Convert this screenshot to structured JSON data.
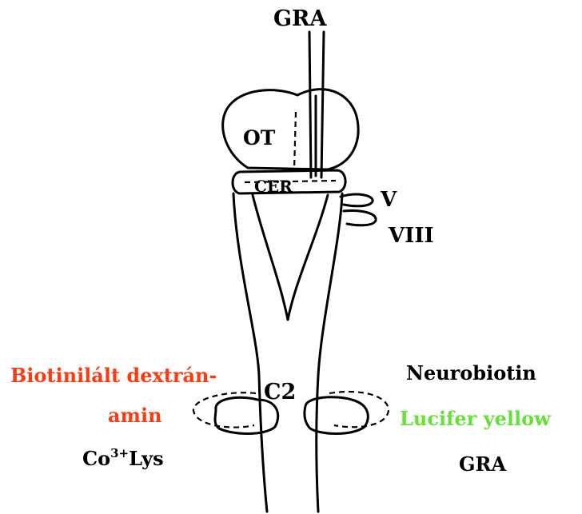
{
  "labels": {
    "gra_top": "GRA",
    "ot": "OT",
    "cer": "CER",
    "v": "V",
    "viii": "VIII",
    "c2": "C2",
    "biotin_line1": "Biotinilált dextrán-",
    "biotin_line2": "amin",
    "co_base": "Co",
    "co_sup": "3+",
    "co_lys": "Lys",
    "neurobiotin": "Neurobiotin",
    "lucifer": "Lucifer yellow",
    "gra_bottom": "GRA"
  },
  "colors": {
    "biotin": "#ff3a10",
    "lucifer": "#66e03a",
    "default": "#000000"
  }
}
